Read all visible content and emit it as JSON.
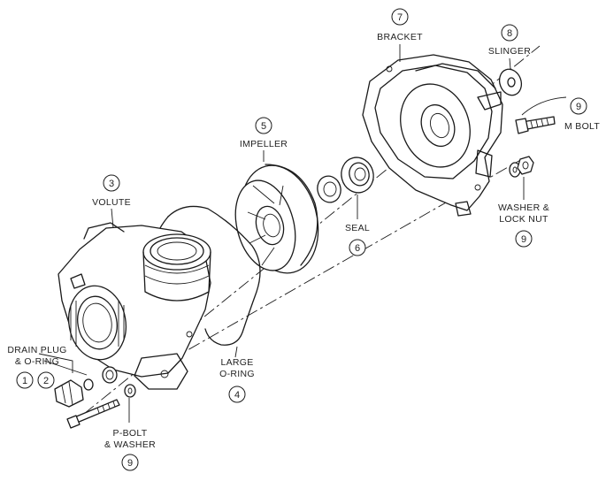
{
  "parts": {
    "bracket": {
      "number": "7",
      "label": "BRACKET"
    },
    "slinger": {
      "number": "8",
      "label": "SLINGER"
    },
    "m_bolt": {
      "number": "9",
      "label": "M BOLT"
    },
    "impeller": {
      "number": "5",
      "label": "IMPELLER"
    },
    "volute": {
      "number": "3",
      "label": "VOLUTE"
    },
    "seal": {
      "number": "6",
      "label": "SEAL"
    },
    "washer_lock_nut": {
      "number": "9",
      "label_line1": "WASHER &",
      "label_line2": "LOCK NUT"
    },
    "large_o_ring": {
      "number": "4",
      "label_line1": "LARGE",
      "label_line2": "O-RING"
    },
    "drain_plug": {
      "number_a": "1",
      "number_b": "2",
      "label_line1": "DRAIN PLUG",
      "label_line2": "& O-RING"
    },
    "p_bolt": {
      "number": "9",
      "label_line1": "P-BOLT",
      "label_line2": "& WASHER"
    }
  }
}
